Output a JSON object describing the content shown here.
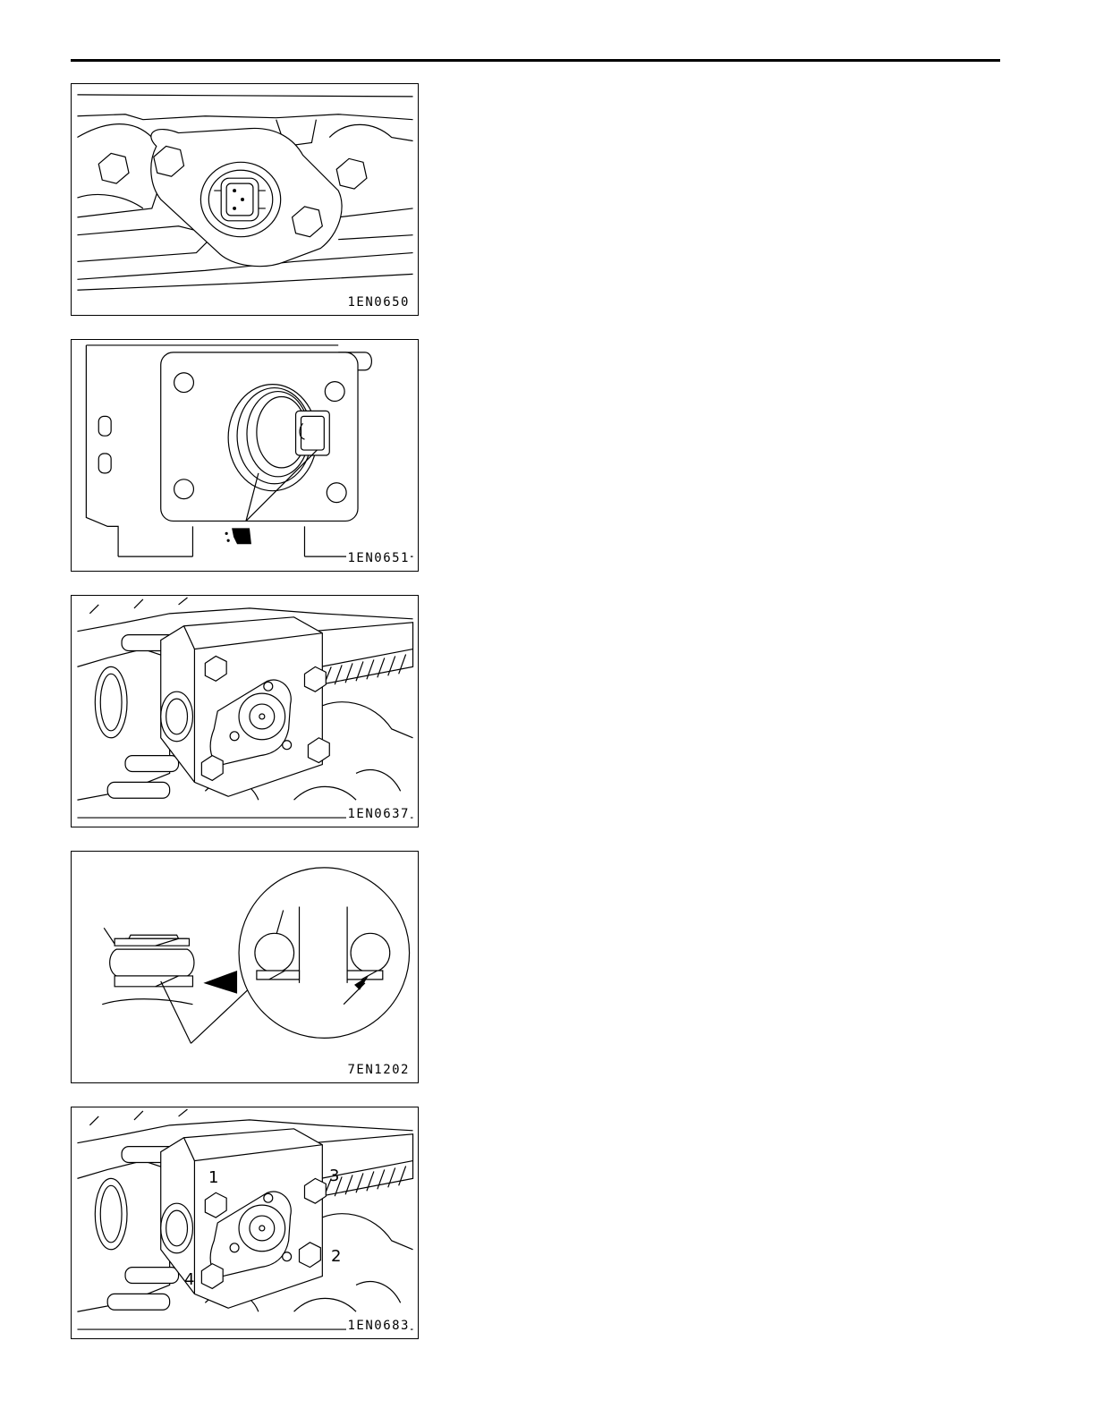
{
  "figures": [
    {
      "id": "1EN0650"
    },
    {
      "id": "1EN0651"
    },
    {
      "id": "1EN0637"
    },
    {
      "id": "7EN1202"
    },
    {
      "id": "1EN0683",
      "callouts": [
        "1",
        "2",
        "3",
        "4"
      ]
    }
  ]
}
